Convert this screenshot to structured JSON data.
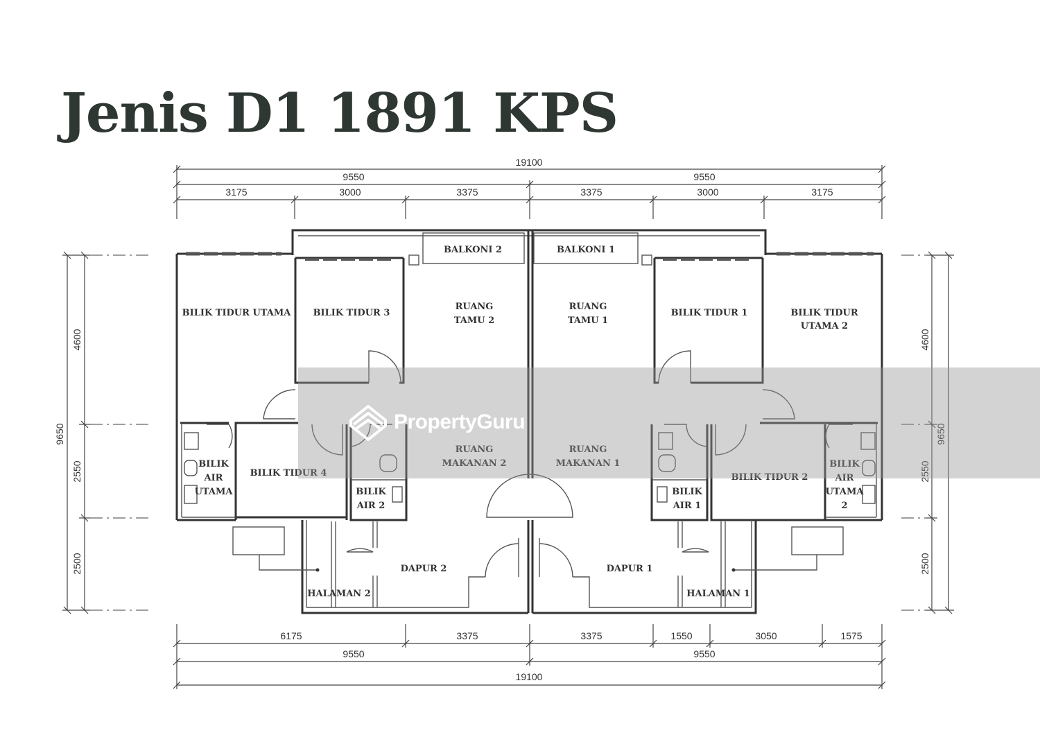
{
  "title": "Jenis D1 1891 KPS",
  "dimensions": {
    "top_total": "19100",
    "top_halves": [
      "9550",
      "9550"
    ],
    "top_segments": [
      "3175",
      "3000",
      "3375",
      "3375",
      "3000",
      "3175"
    ],
    "bottom_segments": [
      "6175",
      "3375",
      "3375",
      "1550",
      "3050",
      "1575"
    ],
    "bottom_halves": [
      "9550",
      "9550"
    ],
    "bottom_total": "19100",
    "left_total": "9650",
    "left_segments": [
      "4600",
      "2550",
      "2500"
    ],
    "right_total": "9650",
    "right_segments": [
      "4600",
      "2550",
      "2500"
    ]
  },
  "rooms": {
    "balkoni_2": "BALKONI 2",
    "balkoni_1": "BALKONI 1",
    "bilik_tidur_utama": "BILIK TIDUR UTAMA",
    "bilik_tidur_3": "BILIK TIDUR 3",
    "ruang_tamu_2": [
      "RUANG",
      "TAMU 2"
    ],
    "ruang_tamu_1": [
      "RUANG",
      "TAMU 1"
    ],
    "bilik_tidur_1": "BILIK TIDUR 1",
    "bilik_tidur_utama_2": [
      "BILIK TIDUR",
      "UTAMA 2"
    ],
    "bilik_air_utama": [
      "BILIK",
      "AIR",
      "UTAMA"
    ],
    "bilik_tidur_4": "BILIK TIDUR 4",
    "bilik_air_2": [
      "BILIK",
      "AIR 2"
    ],
    "ruang_makanan_2": [
      "RUANG",
      "MAKANAN 2"
    ],
    "ruang_makanan_1": [
      "RUANG",
      "MAKANAN 1"
    ],
    "bilik_air_1": [
      "BILIK",
      "AIR 1"
    ],
    "bilik_tidur_2": "BILIK TIDUR 2",
    "bilik_air_utama_2": [
      "BILIK",
      "AIR",
      "UTAMA",
      "2"
    ],
    "dapur_2": "DAPUR 2",
    "dapur_1": "DAPUR 1",
    "halaman_2": "HALAMAN 2",
    "halaman_1": "HALAMAN 1"
  },
  "watermark": {
    "brand": "PropertyGuru"
  }
}
